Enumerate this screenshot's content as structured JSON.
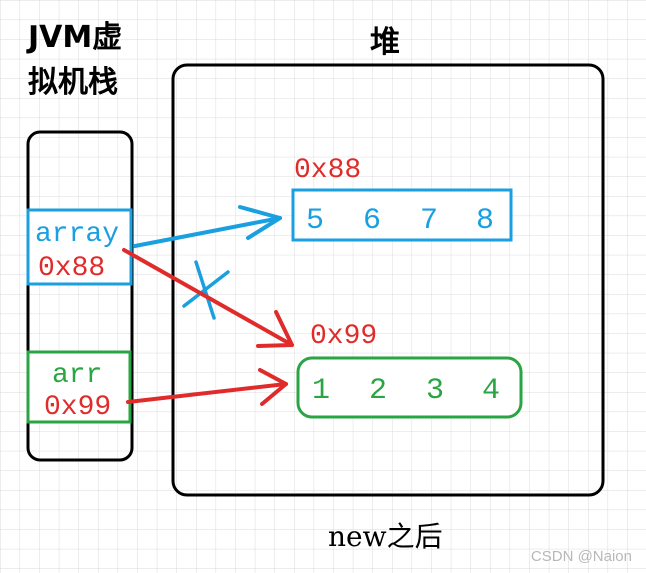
{
  "stack": {
    "title_line1": "JVM虚",
    "title_line2": "拟机栈",
    "array_var": {
      "name": "array",
      "address": "0x88"
    },
    "arr_var": {
      "name": "arr",
      "address": "0x99"
    }
  },
  "heap": {
    "title": "堆",
    "top_array": {
      "address": "0x88",
      "values": [
        "5",
        "6",
        "7",
        "8"
      ]
    },
    "bottom_array": {
      "address": "0x99",
      "values": [
        "1",
        "2",
        "3",
        "4"
      ]
    }
  },
  "caption": "new之后",
  "watermark": "CSDN @Naion",
  "colors": {
    "blue": "#1a9fe0",
    "red": "#e02b2b",
    "green": "#2aa544",
    "black": "#000000",
    "grid": "#d9d9d9"
  }
}
